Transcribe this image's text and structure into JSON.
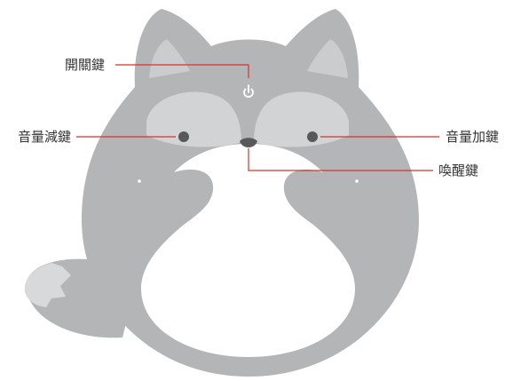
{
  "labels": {
    "power": "開關鍵",
    "volume_down": "音量減鍵",
    "volume_up": "音量加鍵",
    "wake": "喚醒鍵"
  },
  "colors": {
    "body": "#b4b5b7",
    "inner_ear": "#cbcccd",
    "eye_patch": "#d2d3d4",
    "button": "#58595b",
    "tail_tip": "#d8d9da",
    "leader_line": "#d8332c",
    "label_text": "#333333"
  }
}
